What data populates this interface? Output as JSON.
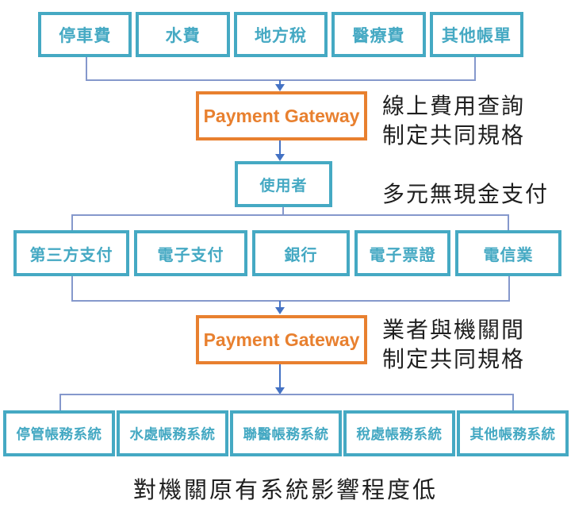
{
  "colors": {
    "teal": "#45A9C3",
    "orange": "#E8802F",
    "arrow_blue": "#4472C4",
    "line_blue": "#8598CC",
    "text_dark": "#1F1F1F"
  },
  "top_row": {
    "boxes": [
      "停車費",
      "水費",
      "地方稅",
      "醫療費",
      "其他帳單"
    ]
  },
  "gateway1": {
    "label": "Payment Gateway",
    "annotation_line1": "線上費用查詢",
    "annotation_line2": "制定共同規格"
  },
  "user_box": {
    "label": "使用者",
    "annotation": "多元無現金支付"
  },
  "middle_row": {
    "boxes": [
      "第三方支付",
      "電子支付",
      "銀行",
      "電子票證",
      "電信業"
    ]
  },
  "gateway2": {
    "label": "Payment Gateway",
    "annotation_line1": "業者與機關間",
    "annotation_line2": "制定共同規格"
  },
  "bottom_row": {
    "boxes": [
      "停管帳務系統",
      "水處帳務系統",
      "聯醫帳務系統",
      "稅處帳務系統",
      "其他帳務系統"
    ]
  },
  "caption": "對機關原有系統影響程度低"
}
